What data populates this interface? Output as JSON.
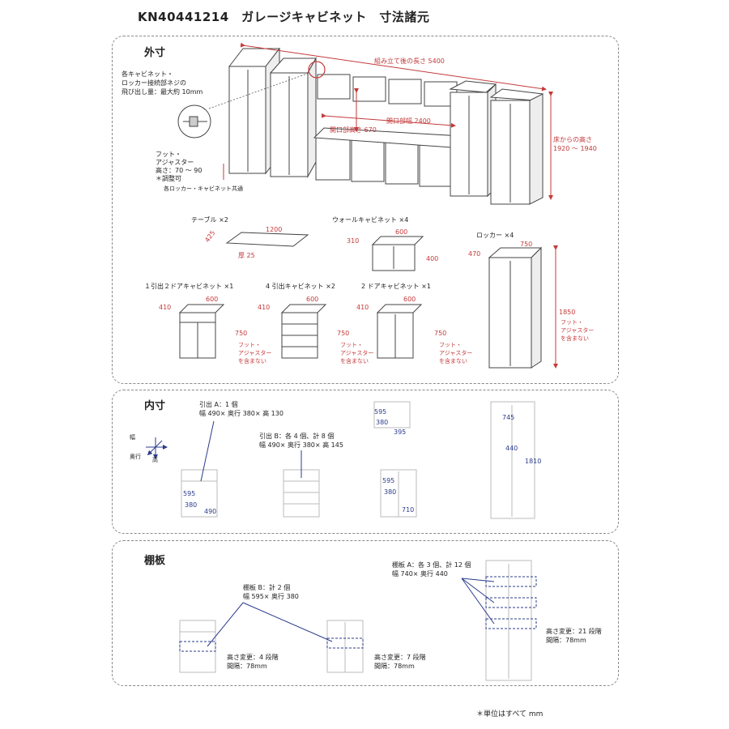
{
  "title": "KN40441214　ガレージキャビネット　寸法諸元",
  "sections": {
    "outer": "外寸",
    "inner": "内寸",
    "shelf": "棚板"
  },
  "outer": {
    "screw_note": [
      "各キャビネット・",
      "ロッカー接続部ネジの",
      "飛び出し量：最大約 10mm"
    ],
    "total_length": "組み立て後の長さ 5400",
    "height_from_floor": [
      "床からの高さ",
      "1920 ～ 1940"
    ],
    "opening_height": "開口部高さ 670",
    "opening_width": "開口部幅 2400",
    "adjuster_note": [
      "フット・",
      "アジャスター",
      "高さ：70 ～ 90",
      "＊調整可"
    ],
    "adjuster_common": "各ロッカー・キャビネット共通",
    "table": {
      "label": "テーブル ×2",
      "w": "1200",
      "d": "425",
      "t": "厚 25"
    },
    "wall": {
      "label": "ウォールキャビネット ×4",
      "w": "600",
      "d": "310",
      "h": "400"
    },
    "locker": {
      "label": "ロッカー ×4",
      "w": "750",
      "d": "470",
      "h": "1850",
      "note": [
        "フット・",
        "アジャスター",
        "を含まない"
      ]
    },
    "cab1": {
      "label": "１引出２ドアキャビネット ×1",
      "w": "600",
      "d": "410",
      "h": "750"
    },
    "cab4": {
      "label": "4 引出キャビネット ×2",
      "w": "600",
      "d": "410",
      "h": "750"
    },
    "cab2": {
      "label": "2 ドアキャビネット ×1",
      "w": "600",
      "d": "410",
      "h": "750"
    },
    "excl_note": [
      "フット・",
      "アジャスター",
      "を含まない"
    ]
  },
  "inner": {
    "axes": {
      "w": "幅",
      "d": "奥行",
      "h": "高"
    },
    "drawer_a": [
      "引出 A：1 個",
      "幅 490× 奥行 380× 高 130"
    ],
    "drawer_b": [
      "引出 B：各 4 個、計 8 個",
      "幅 490× 奥行 380× 高 145"
    ],
    "wall": {
      "h": "595",
      "d": "380",
      "w": "395"
    },
    "cab1": {
      "h": "595",
      "d": "380",
      "w": "490"
    },
    "cab2": {
      "h": "595",
      "d": "380",
      "w": "710"
    },
    "locker": {
      "w": "745",
      "d": "440",
      "h": "1810"
    }
  },
  "shelf": {
    "a": [
      "棚板 A：各 3 個、計 12 個",
      "幅 740× 奥行 440"
    ],
    "b": [
      "棚板 B：計 2 個",
      "幅 595× 奥行 380"
    ],
    "cab1_note": [
      "高さ変更：4 段階",
      "間隔：78mm"
    ],
    "cab2_note": [
      "高さ変更：7 段階",
      "間隔：78mm"
    ],
    "locker_note": [
      "高さ変更：21 段階",
      "間隔：78mm"
    ]
  },
  "footnote": "＊単位はすべて mm",
  "colors": {
    "dim": "#c43a3a",
    "inner": "#2b3c8c",
    "line": "#555555"
  }
}
